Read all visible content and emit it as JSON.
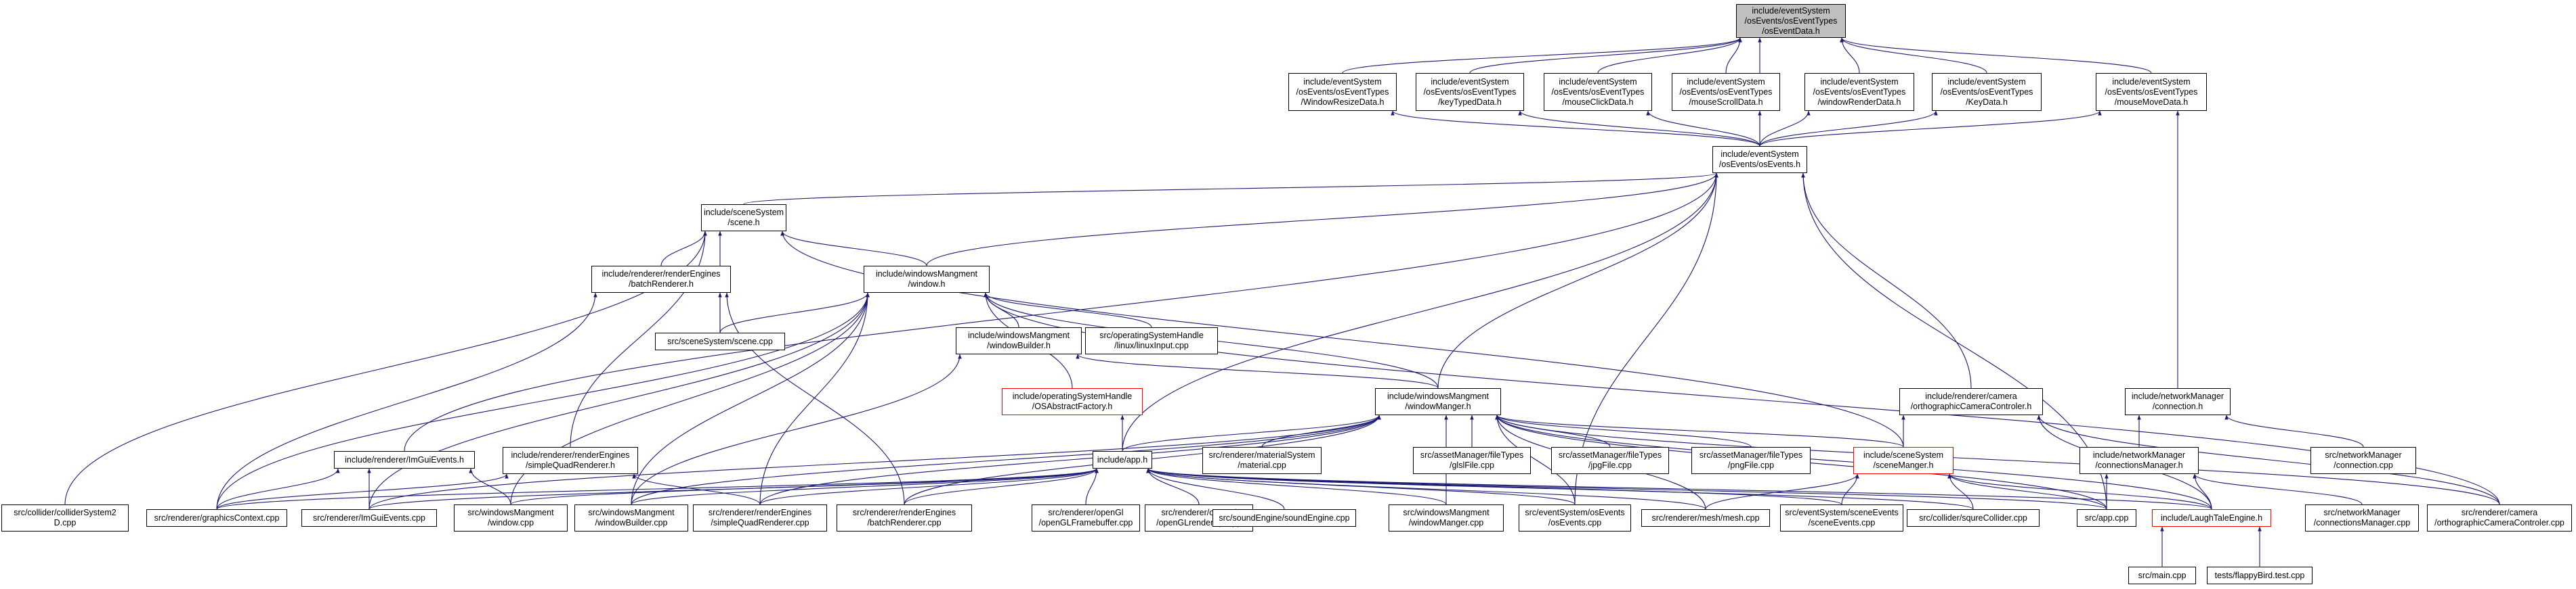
{
  "diagram": {
    "nodes": {
      "osEventData": "include/eventSystem\n/osEvents/osEventTypes\n/osEventData.h",
      "windowResizeData": "include/eventSystem\n/osEvents/osEventTypes\n/WindowResizeData.h",
      "keyTypedData": "include/eventSystem\n/osEvents/osEventTypes\n/keyTypedData.h",
      "mouseClickData": "include/eventSystem\n/osEvents/osEventTypes\n/mouseClickData.h",
      "mouseScrollData": "include/eventSystem\n/osEvents/osEventTypes\n/mouseScrollData.h",
      "windowRenderData": "include/eventSystem\n/osEvents/osEventTypes\n/windowRenderData.h",
      "keyData": "include/eventSystem\n/osEvents/osEventTypes\n/KeyData.h",
      "mouseMoveData": "include/eventSystem\n/osEvents/osEventTypes\n/mouseMoveData.h",
      "osEvents": "include/eventSystem\n/osEvents/osEvents.h",
      "sceneH": "include/sceneSystem\n/scene.h",
      "batchRendererH": "include/renderer/renderEngines\n/batchRenderer.h",
      "windowH": "include/windowsMangment\n/window.h",
      "windowBuilderH": "include/windowsMangment\n/windowBuilder.h",
      "linuxInput": "src/operatingSystemHandle\n/linux/linuxInput.cpp",
      "sceneCpp": "src/sceneSystem/scene.cpp",
      "osAbstractFactory": "include/operatingSystemHandle\n/OSAbstractFactory.h",
      "windowMangerH": "include/windowsMangment\n/windowManger.h",
      "orthoCamH": "include/renderer/camera\n/orthographicCameraControler.h",
      "connectionH": "include/networkManager\n/connection.h",
      "imGuiEventsH": "include/renderer/ImGuiEvents.h",
      "simpleQuadH": "include/renderer/renderEngines\n/simpleQuadRenderer.h",
      "appH": "include/app.h",
      "materialCpp": "src/renderer/materialSystem\n/material.cpp",
      "glslFile": "src/assetManager/fileTypes\n/glslFile.cpp",
      "jpgFile": "src/assetManager/fileTypes\n/jpgFile.cpp",
      "pngFile": "src/assetManager/fileTypes\n/pngFile.cpp",
      "sceneMangerH": "include/sceneSystem\n/sceneManger.h",
      "connectionsManagerH": "include/networkManager\n/connectionsManager.h",
      "connectionCpp": "src/networkManager\n/connection.cpp",
      "colliderSystem2D": "src/collider/colliderSystem2\nD.cpp",
      "graphicsContext": "src/renderer/graphicsContext.cpp",
      "imGuiEventsCpp": "src/renderer/ImGuiEvents.cpp",
      "windowCpp": "src/windowsMangment\n/window.cpp",
      "windowBuilderCpp": "src/windowsMangment\n/windowBuilder.cpp",
      "simpleQuadCpp": "src/renderer/renderEngines\n/simpleQuadRenderer.cpp",
      "batchRendererCpp": "src/renderer/renderEngines\n/batchRenderer.cpp",
      "openGLFramebuffer": "src/renderer/openGl\n/openGLFramebuffer.cpp",
      "openGLRenderApi": "src/renderer/openGl\n/openGLrenderApi.cpp",
      "soundEngine": "src/soundEngine/soundEngine.cpp",
      "windowMangerCpp": "src/windowsMangment\n/windowManger.cpp",
      "osEventsCpp": "src/eventSystem/osEvents\n/osEvents.cpp",
      "meshCpp": "src/renderer/mesh/mesh.cpp",
      "sceneEvents": "src/eventSystem/sceneEvents\n/sceneEvents.cpp",
      "squreCollider": "src/collider/squreCollider.cpp",
      "appCpp": "src/app.cpp",
      "laughTaleEngine": "include/LaughTaleEngine.h",
      "connectionsManagerCpp": "src/networkManager\n/connectionsManager.cpp",
      "orthoCamCpp": "src/renderer/camera\n/orthographicCameraControler.cpp",
      "mainCpp": "src/main.cpp",
      "flappyBird": "tests/flappyBird.test.cpp"
    },
    "colors": {
      "edge": "#191970",
      "node_border": "#000000",
      "truncated_border": "#ff0000",
      "focus_fill": "#bfbfbf"
    },
    "focus_node": "osEventData",
    "truncated_nodes": [
      "osAbstractFactory",
      "sceneMangerH",
      "laughTaleEngine"
    ],
    "edges": [
      [
        "windowResizeData",
        "osEventData"
      ],
      [
        "keyTypedData",
        "osEventData"
      ],
      [
        "mouseClickData",
        "osEventData"
      ],
      [
        "mouseScrollData",
        "osEventData"
      ],
      [
        "windowRenderData",
        "osEventData"
      ],
      [
        "keyData",
        "osEventData"
      ],
      [
        "mouseMoveData",
        "osEventData"
      ],
      [
        "osEvents",
        "osEventData"
      ],
      [
        "osEvents",
        "windowResizeData"
      ],
      [
        "osEvents",
        "keyTypedData"
      ],
      [
        "osEvents",
        "mouseClickData"
      ],
      [
        "osEvents",
        "mouseScrollData"
      ],
      [
        "osEvents",
        "windowRenderData"
      ],
      [
        "osEvents",
        "keyData"
      ],
      [
        "osEvents",
        "mouseMoveData"
      ],
      [
        "connectionH",
        "mouseMoveData"
      ],
      [
        "sceneH",
        "osEvents"
      ],
      [
        "windowH",
        "osEvents"
      ],
      [
        "windowMangerH",
        "osEvents"
      ],
      [
        "orthoCamH",
        "osEvents"
      ],
      [
        "imGuiEventsH",
        "osEvents"
      ],
      [
        "appH",
        "osEvents"
      ],
      [
        "osEventsCpp",
        "osEvents"
      ],
      [
        "appCpp",
        "osEvents"
      ],
      [
        "batchRendererH",
        "sceneH"
      ],
      [
        "sceneCpp",
        "sceneH"
      ],
      [
        "windowH",
        "sceneH"
      ],
      [
        "simpleQuadH",
        "sceneH"
      ],
      [
        "colliderSystem2D",
        "sceneH"
      ],
      [
        "sceneMangerH",
        "sceneH"
      ],
      [
        "sceneCpp",
        "batchRendererH"
      ],
      [
        "graphicsContext",
        "batchRendererH"
      ],
      [
        "batchRendererCpp",
        "batchRendererH"
      ],
      [
        "sceneCpp",
        "windowH"
      ],
      [
        "windowBuilderH",
        "windowH"
      ],
      [
        "linuxInput",
        "windowH"
      ],
      [
        "osAbstractFactory",
        "windowH"
      ],
      [
        "windowMangerH",
        "windowH"
      ],
      [
        "graphicsContext",
        "windowH"
      ],
      [
        "imGuiEventsCpp",
        "windowH"
      ],
      [
        "windowCpp",
        "windowH"
      ],
      [
        "windowBuilderCpp",
        "windowH"
      ],
      [
        "simpleQuadCpp",
        "windowH"
      ],
      [
        "orthoCamCpp",
        "windowH"
      ],
      [
        "windowMangerH",
        "windowBuilderH"
      ],
      [
        "windowBuilderCpp",
        "windowBuilderH"
      ],
      [
        "appH",
        "osAbstractFactory"
      ],
      [
        "appH",
        "windowMangerH"
      ],
      [
        "materialCpp",
        "windowMangerH"
      ],
      [
        "glslFile",
        "windowMangerH"
      ],
      [
        "jpgFile",
        "windowMangerH"
      ],
      [
        "pngFile",
        "windowMangerH"
      ],
      [
        "sceneMangerH",
        "windowMangerH"
      ],
      [
        "imGuiEventsCpp",
        "windowMangerH"
      ],
      [
        "windowBuilderCpp",
        "windowMangerH"
      ],
      [
        "simpleQuadCpp",
        "windowMangerH"
      ],
      [
        "batchRendererCpp",
        "windowMangerH"
      ],
      [
        "windowMangerCpp",
        "windowMangerH"
      ],
      [
        "osEventsCpp",
        "windowMangerH"
      ],
      [
        "meshCpp",
        "windowMangerH"
      ],
      [
        "appCpp",
        "windowMangerH"
      ],
      [
        "laughTaleEngine",
        "windowMangerH"
      ],
      [
        "orthoCamCpp",
        "windowMangerH"
      ],
      [
        "sceneMangerH",
        "orthoCamH"
      ],
      [
        "laughTaleEngine",
        "orthoCamH"
      ],
      [
        "orthoCamCpp",
        "orthoCamH"
      ],
      [
        "connectionsManagerH",
        "connectionH"
      ],
      [
        "connectionCpp",
        "connectionH"
      ],
      [
        "appCpp",
        "connectionsManagerH"
      ],
      [
        "laughTaleEngine",
        "connectionsManagerH"
      ],
      [
        "connectionsManagerCpp",
        "connectionsManagerH"
      ],
      [
        "graphicsContext",
        "imGuiEventsH"
      ],
      [
        "imGuiEventsCpp",
        "imGuiEventsH"
      ],
      [
        "windowCpp",
        "imGuiEventsH"
      ],
      [
        "graphicsContext",
        "simpleQuadH"
      ],
      [
        "simpleQuadCpp",
        "simpleQuadH"
      ],
      [
        "graphicsContext",
        "appH"
      ],
      [
        "imGuiEventsCpp",
        "appH"
      ],
      [
        "windowCpp",
        "appH"
      ],
      [
        "windowBuilderCpp",
        "appH"
      ],
      [
        "simpleQuadCpp",
        "appH"
      ],
      [
        "batchRendererCpp",
        "appH"
      ],
      [
        "openGLFramebuffer",
        "appH"
      ],
      [
        "openGLRenderApi",
        "appH"
      ],
      [
        "soundEngine",
        "appH"
      ],
      [
        "windowMangerCpp",
        "appH"
      ],
      [
        "osEventsCpp",
        "appH"
      ],
      [
        "meshCpp",
        "appH"
      ],
      [
        "sceneEvents",
        "appH"
      ],
      [
        "squreCollider",
        "appH"
      ],
      [
        "appCpp",
        "appH"
      ],
      [
        "laughTaleEngine",
        "appH"
      ],
      [
        "sceneEvents",
        "sceneMangerH"
      ],
      [
        "squreCollider",
        "sceneMangerH"
      ],
      [
        "appCpp",
        "sceneMangerH"
      ],
      [
        "laughTaleEngine",
        "sceneMangerH"
      ],
      [
        "meshCpp",
        "sceneMangerH"
      ],
      [
        "mainCpp",
        "laughTaleEngine"
      ],
      [
        "flappyBird",
        "laughTaleEngine"
      ]
    ]
  }
}
